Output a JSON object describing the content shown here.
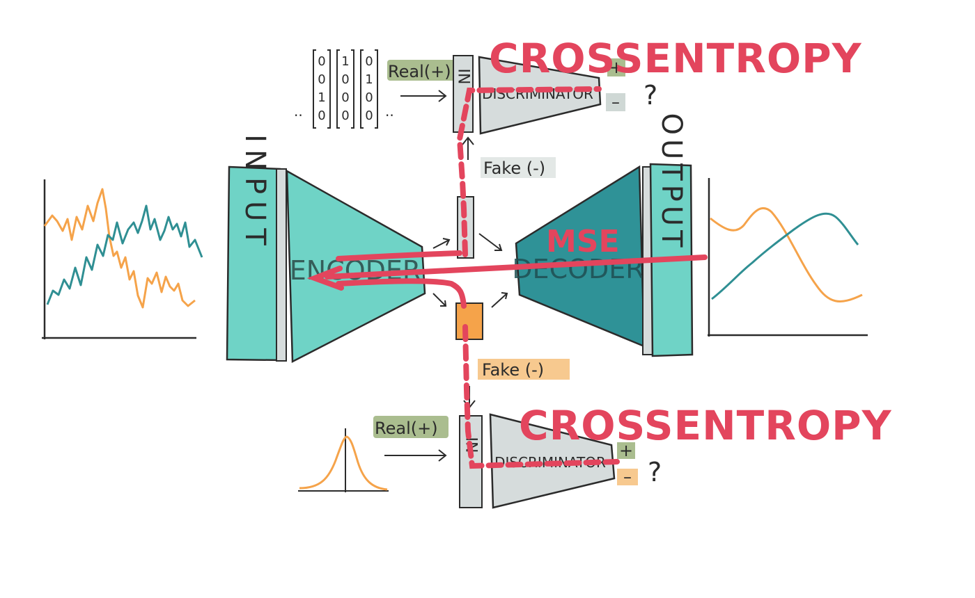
{
  "colors": {
    "teal_light": "#6fd3c6",
    "teal_dark": "#2f9297",
    "gray_block": "#d6dcdc",
    "orange": "#f5a34a",
    "orange_label": "#f7c98f",
    "green_label": "#aabd8f",
    "gray_label": "#cfd8d5",
    "red": "#e3455d",
    "teal_line": "#2f8f93",
    "ink": "#2b2b2b"
  },
  "icons": {
    "arrow": "arrow-icon",
    "question": "question-mark"
  },
  "labels": {
    "crossentropy_top": "CROSSENTROPY",
    "crossentropy_bottom": "CROSSENTROPY",
    "mse": "MSE",
    "real_top": "Real(+)",
    "real_bottom": "Real(+)",
    "fake_top": "Fake (-)",
    "fake_bottom": "Fake (-)",
    "input": "INPUT",
    "output": "OUTPUT",
    "encoder": "ENCODER",
    "decoder": "DECODER",
    "discriminator_top": "DISCRIMINATOR",
    "discriminator_bottom": "DISCRIMINATOR",
    "in_top": "IN",
    "in_bottom": "IN",
    "plus_top": "+",
    "minus_top": "–",
    "plus_bottom": "+",
    "minus_bottom": "–",
    "question_top": "?",
    "question_bottom": "?",
    "dots_left": "..",
    "dots_right": ".."
  },
  "onehot_vectors": [
    [
      "0",
      "0",
      "1",
      "0"
    ],
    [
      "1",
      "0",
      "0",
      "0"
    ],
    [
      "0",
      "1",
      "0",
      "0"
    ]
  ]
}
